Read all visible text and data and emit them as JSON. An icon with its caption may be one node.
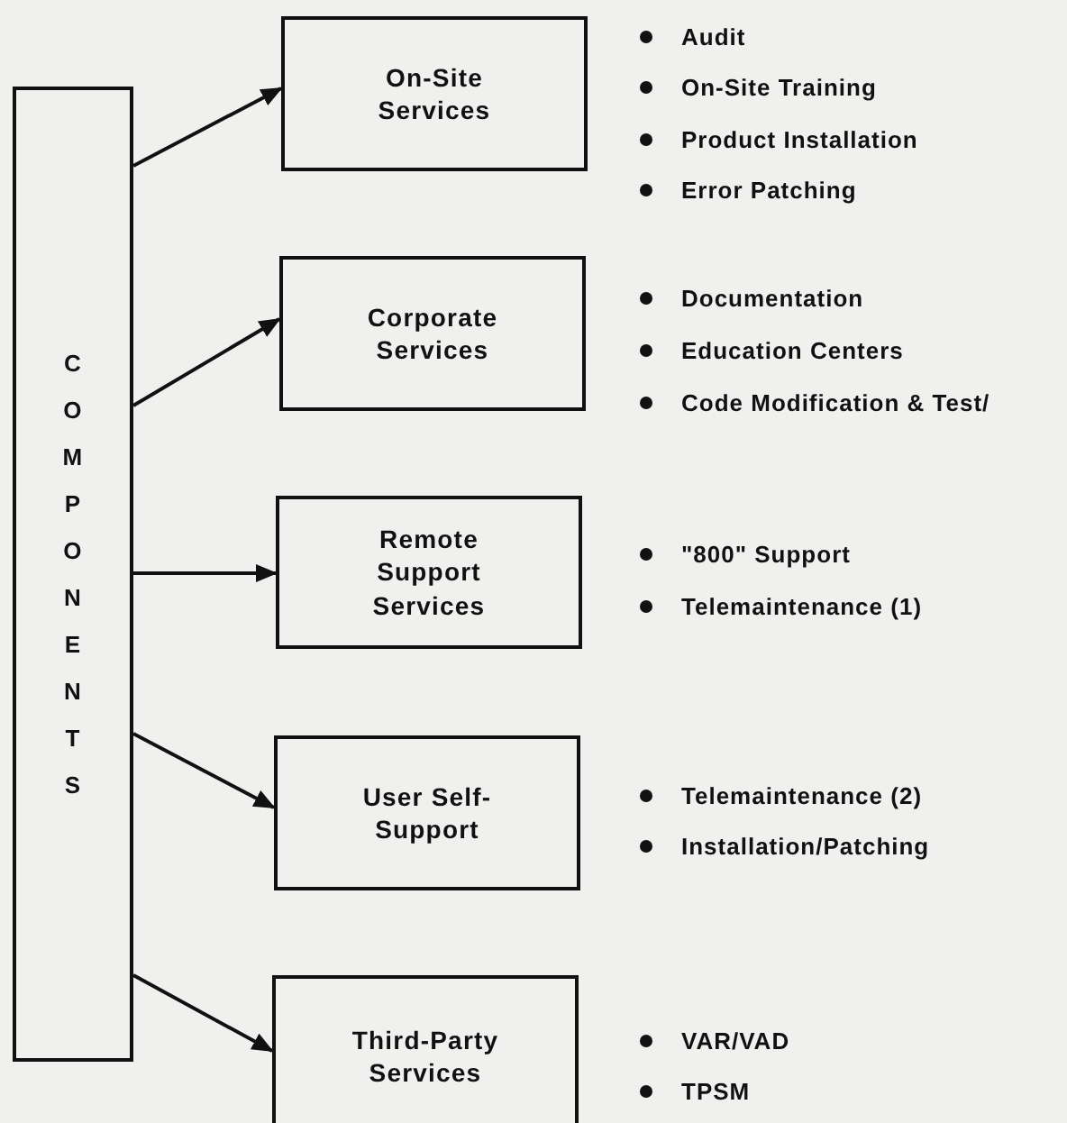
{
  "diagram": {
    "nodes": [
      {
        "text": [
          "COMPONENTS"
        ]
      },
      {
        "text": [
          "On-Site Services"
        ],
        "beside": [
          "Audit",
          "On-Site Training",
          "Product Installation",
          "Error Patching"
        ]
      },
      {
        "text": [
          "Corporate Services"
        ],
        "beside": [
          "Documentation",
          "Education Centers",
          "Code Modification & Test/"
        ]
      },
      {
        "text": [
          "Remote Support Services"
        ],
        "beside": [
          "\"800\" Support",
          "Telemaintenance (1)"
        ]
      },
      {
        "text": [
          "User Self-Support"
        ],
        "beside": [
          "Telemaintenance (2)",
          "Installation/Patching"
        ]
      },
      {
        "text": [
          "Third-Party Services"
        ],
        "beside": [
          "VAR/VAD",
          "TPSM"
        ]
      }
    ],
    "edges": [
      {
        "from": 0,
        "to": 1,
        "arrow": "to"
      },
      {
        "from": 0,
        "to": 2,
        "arrow": "to"
      },
      {
        "from": 0,
        "to": 3,
        "arrow": "to"
      },
      {
        "from": 0,
        "to": 4,
        "arrow": "to"
      },
      {
        "from": 0,
        "to": 5,
        "arrow": "to"
      }
    ]
  }
}
